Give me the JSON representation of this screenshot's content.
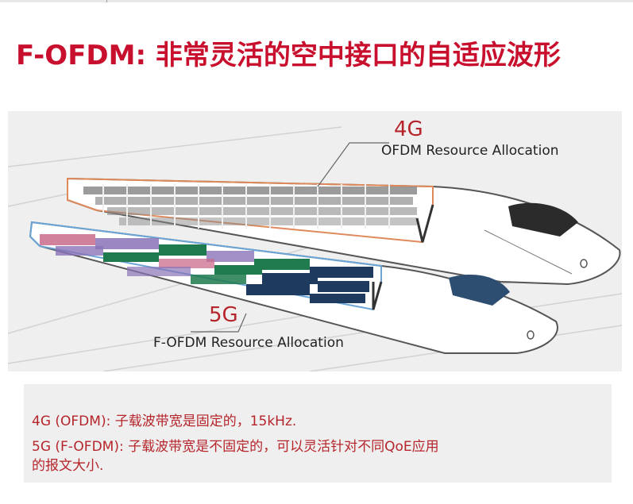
{
  "slide": {
    "title": "F-OFDM: 非常灵活的空中接口的自适应波形"
  },
  "figure": {
    "label_4g": "4G",
    "label_4g_desc": "OFDM Resource Allocation",
    "label_5g": "5G",
    "label_5g_desc": "F-OFDM Resource Allocation"
  },
  "notes": {
    "line1": "4G (OFDM): 子载波带宽是固定的，15kHz.",
    "line2": "5G (F-OFDM): 子载波带宽是不固定的，可以灵活针对不同QoE应用",
    "line3": "的报文大小."
  },
  "colors": {
    "title": "#c8102e",
    "label": "#b5252b",
    "train_outline": "#555555",
    "grid_4g": "#8a8a8a",
    "grid_5g_green": "#1f7a4d",
    "grid_5g_navy": "#1e3a5f",
    "grid_5g_purple": "#8a73b8",
    "grid_5g_pink": "#c96b8a"
  }
}
